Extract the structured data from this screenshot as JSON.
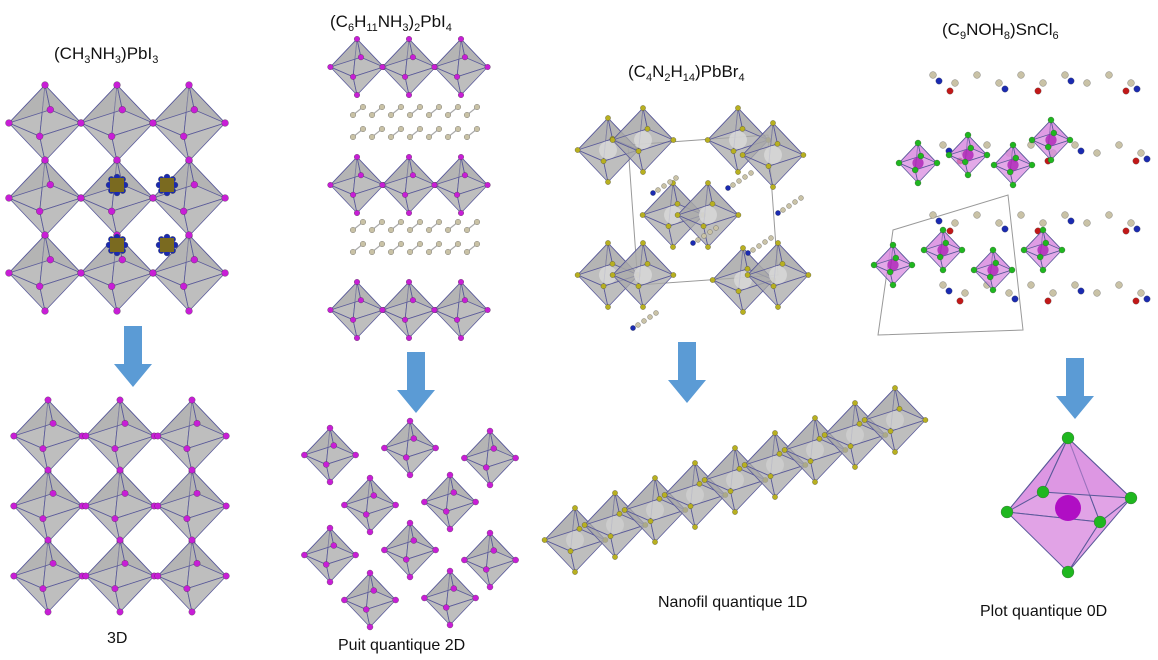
{
  "columns": [
    {
      "formula_parts": [
        "(CH",
        "3",
        "NH",
        "3",
        ")PbI",
        "3"
      ],
      "caption": "3D"
    },
    {
      "formula_parts": [
        "(C",
        "6",
        "H",
        "11",
        "NH",
        "3",
        ")",
        "2",
        "PbI",
        "4"
      ],
      "caption": "Puit quantique 2D"
    },
    {
      "formula_parts": [
        "(C",
        "4",
        "N",
        "2",
        "H",
        "14",
        ")PbBr",
        "4"
      ],
      "caption": "Nanofil quantique 1D"
    },
    {
      "formula_parts": [
        "(C",
        "9",
        "NOH",
        "8",
        ")SnCl",
        "6"
      ],
      "caption": "Plot quantique 0D"
    }
  ],
  "colors": {
    "octahedron": "#a8a8a8",
    "octahedron_edge": "#5a5a9a",
    "iodide": "#c81ed6",
    "bromide": "#b8b020",
    "chloride": "#1fb71f",
    "tin_octahedron": "#d98ce0",
    "nitrogen": "#1a2ab0",
    "carbon": "#c9c2a6",
    "oxygen": "#c21818",
    "arrow": "#5b9bd5"
  },
  "icons": [
    "down-arrow-icon"
  ]
}
